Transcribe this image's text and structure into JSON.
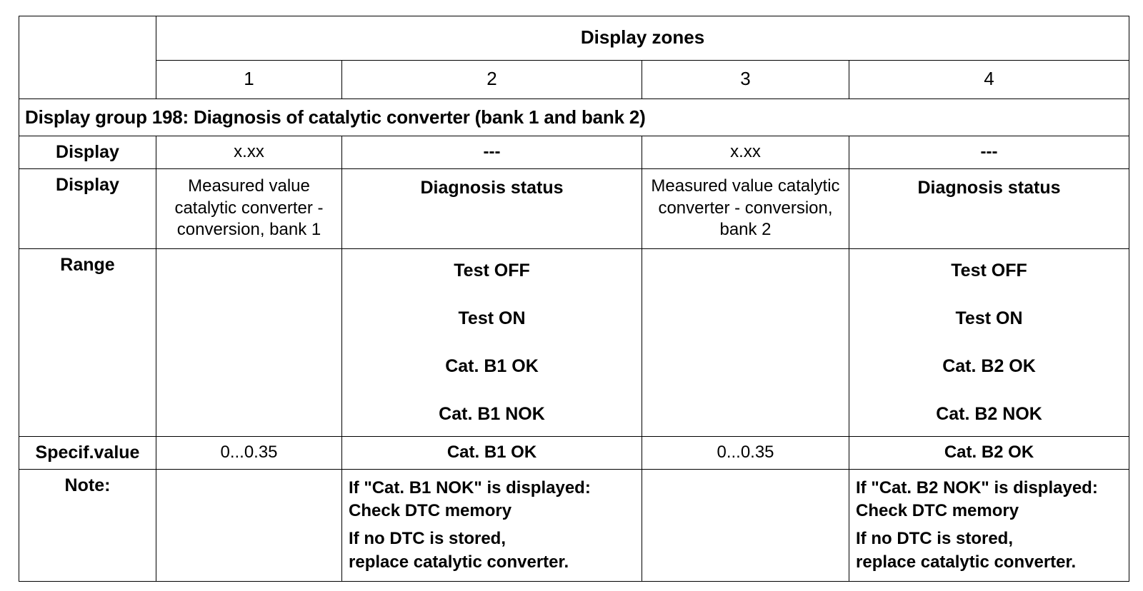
{
  "table": {
    "header": {
      "corner": "",
      "zones_label": "Display zones",
      "zone_numbers": [
        "1",
        "2",
        "3",
        "4"
      ]
    },
    "group_title": "Display group 198: Diagnosis of catalytic converter (bank 1 and bank 2)",
    "rows": [
      {
        "label": "Display",
        "c1": "x.xx",
        "c2": "---",
        "c3": "x.xx",
        "c4": "---"
      },
      {
        "label": "Display",
        "c1": "Measured value catalytic converter - conversion, bank 1",
        "c2": "Diagnosis status",
        "c3": "Measured value catalytic converter - conversion, bank 2",
        "c4": "Diagnosis status"
      },
      {
        "label": "Range",
        "c1": "",
        "c2": [
          "Test OFF",
          "Test ON",
          "Cat. B1 OK",
          "Cat. B1 NOK"
        ],
        "c3": "",
        "c4": [
          "Test OFF",
          "Test ON",
          "Cat. B2 OK",
          "Cat. B2 NOK"
        ]
      },
      {
        "label": "Specif.value",
        "c1": "0...0.35",
        "c2": "Cat. B1 OK",
        "c3": "0...0.35",
        "c4": "Cat. B2 OK"
      },
      {
        "label": "Note:",
        "c1": "",
        "c2": [
          "If \"Cat. B1 NOK\" is displayed:",
          "Check DTC memory",
          "If no DTC is stored,",
          "replace catalytic converter."
        ],
        "c3": "",
        "c4": [
          "If \"Cat. B2 NOK\" is displayed:",
          "Check DTC memory",
          "If no DTC is stored,",
          "replace catalytic converter."
        ]
      }
    ]
  },
  "colors": {
    "border": "#000000",
    "background": "#ffffff",
    "text": "#000000"
  }
}
